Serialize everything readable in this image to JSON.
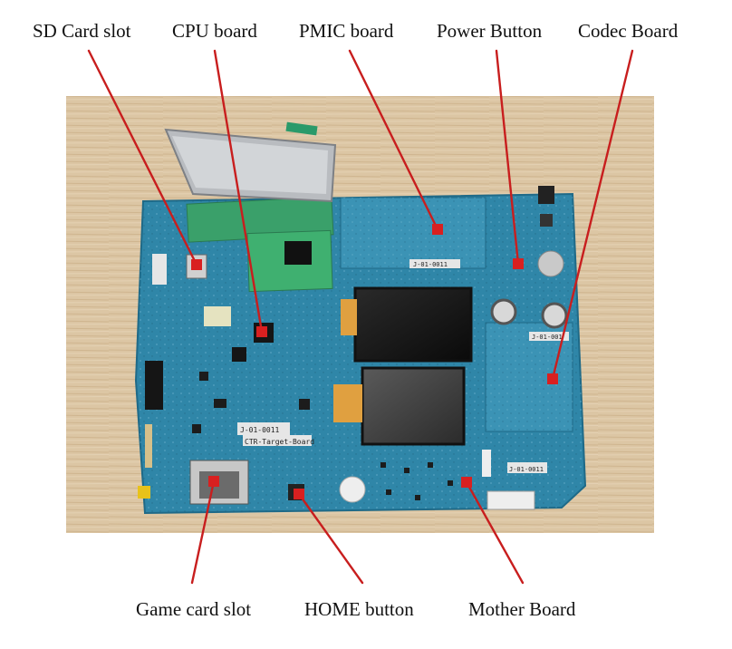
{
  "labels": {
    "sd_card_slot": "SD Card slot",
    "cpu_board": "CPU board",
    "pmic_board": "PMIC board",
    "power_button": "Power Button",
    "codec_board": "Codec Board",
    "game_card_slot": "Game card slot",
    "home_button": "HOME button",
    "mother_board": "Mother Board"
  },
  "board_text": {
    "id_main": "J-01-0011",
    "target_board": "CTR-Target-Board",
    "id_pmic": "J-01-0011",
    "id_codec": "J-01-001",
    "id_mother": "J-01-0011"
  },
  "colors": {
    "pcb": "#2f86a8",
    "leader": "#c81e1e",
    "background": "#d9c3a2"
  }
}
